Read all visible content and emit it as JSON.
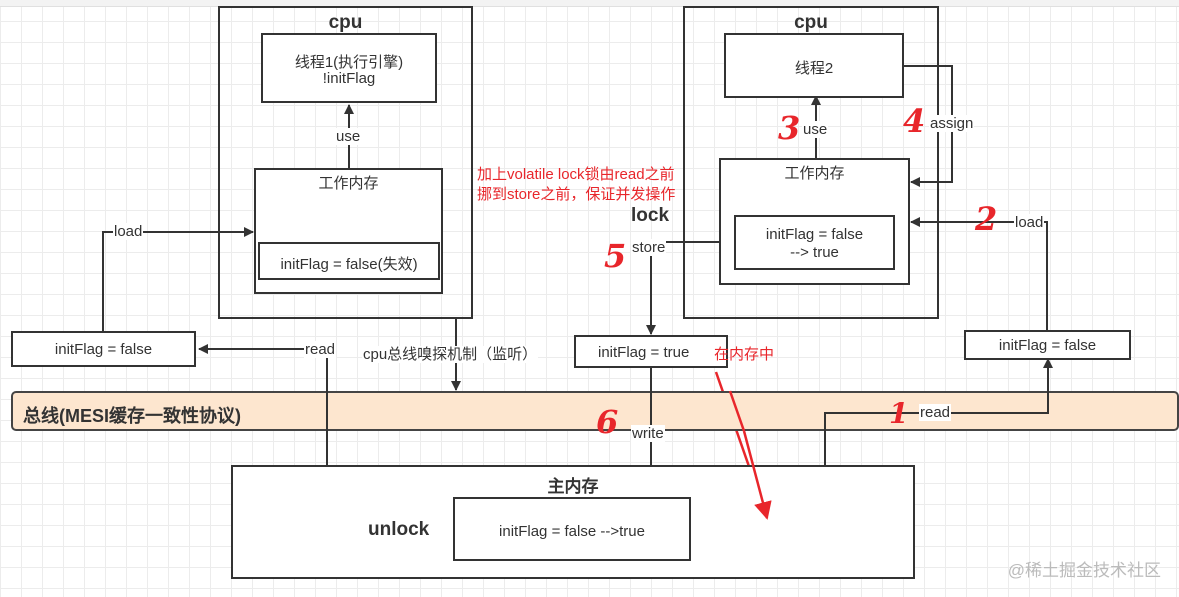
{
  "cpu_left": {
    "title": "cpu",
    "thread_line1": "线程1(执行引擎)",
    "thread_line2": "!initFlag",
    "use_label": "use",
    "work_mem_title": "工作内存",
    "work_mem_value": "initFlag = false(失效)"
  },
  "cpu_right": {
    "title": "cpu",
    "thread_label": "线程2",
    "use_label": "use",
    "assign_label": "assign",
    "work_mem_title": "工作内存",
    "work_mem_value_line1": "initFlag = false",
    "work_mem_value_line2": "--> true"
  },
  "left_cache": {
    "value": "initFlag = false",
    "load_label": "load",
    "read_label": "read"
  },
  "middle_cache": {
    "value": "initFlag = true",
    "store_label": "store",
    "write_label": "write",
    "lock_label": "lock",
    "note": "在内存中"
  },
  "right_cache": {
    "value": "initFlag = false",
    "load_label": "load",
    "read_label": "read"
  },
  "snoop_label": "cpu总线嗅探机制（监听）",
  "annotation": {
    "line1": "加上volatile lock锁由read之前",
    "line2": "挪到store之前，保证并发操作",
    "color": "#e8262b"
  },
  "bus": {
    "title": "总线(MESI缓存一致性协议)",
    "fill_color": "#fde6cf"
  },
  "main_memory": {
    "title": "主内存",
    "unlock_label": "unlock",
    "value": "initFlag = false -->true"
  },
  "step_numbers": [
    "1",
    "2",
    "3",
    "4",
    "5",
    "6"
  ],
  "watermark": "@稀土掘金技术社区"
}
